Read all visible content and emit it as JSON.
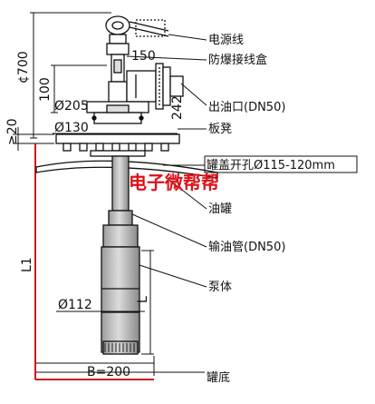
{
  "labels": {
    "power_cable": "电源线",
    "junction_box": "防爆接线盒",
    "outlet": "出油口(DN50)",
    "stool": "板凳",
    "tank_hole": "罐盖开孔Ø115-120mm",
    "tank": "油罐",
    "delivery_pipe": "输油管(DN50)",
    "pump_body": "泵体",
    "tank_bottom": "罐底"
  },
  "dimensions": {
    "d_700": "¢700",
    "d_100": "100",
    "d_150": "150",
    "d_205": "Ø205",
    "d_242": "242",
    "d_130": "Ø130",
    "d_20": "≥20",
    "d_L1": "L1",
    "d_112": "Ø112",
    "d_L": "L",
    "d_B": "B=200"
  },
  "watermark": "电子微帮帮",
  "colors": {
    "line": "#111111",
    "red": "#d01818",
    "fill": "#d4d4d4"
  }
}
